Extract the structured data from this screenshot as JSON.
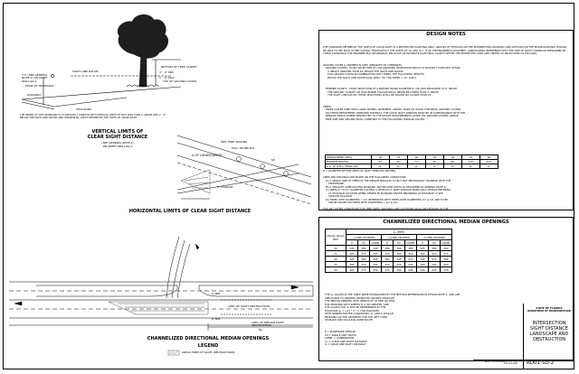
{
  "vertical_section": {
    "title_line1": "VERTICAL LIMITS OF",
    "title_line2": "CLEAR SIGHT DISTANCE",
    "ref_line1": "(SEE GENERAL NOTE 2)",
    "ref_line2": "ON SHEET RD01-SD-1",
    "intent_note": "THE INTENT OF THIS STANDARD IS TO PROVIDE A WINDOW WITH VERTICAL LIMITS OF NOT LESS THAN 3' ABOVE AND 1' - 6\" BELOW THE SIGHT LINE DATUM, AND HORIZONTAL LIMITS DEFINED BY THE LIMITS OF CLEAR SIGHT.",
    "labels": {
      "bottom_canopy": "BOTTOM OF TREE CANOPY",
      "three_ft": "3' - 0\" MIN",
      "sight_line_datum": "SIGHT LINE DATUM",
      "top_ground_cover": "TOP OF GROUND COVER",
      "one_six": "1' - 6\" MAX",
      "edge_travel": "EDGE OF TRAVELWAY",
      "roadway": "ROADWAY",
      "shoulder": "SHOULDER",
      "ref_note": "3.5' (SEE GENERAL NOTE 2) ON SHEET RD01-SD-1"
    }
  },
  "horizontal_section": {
    "title": "HORIZONTAL LIMITS OF CLEAR SIGHT DISTANCE",
    "labels": {
      "landscaping": "¢ OF LANDSCAPING",
      "min_tree_spacing": "MIN. TREE SPACING",
      "max_trunk": "MAX. TRUNK DIA.",
      "shadow": "6' SHADOW",
      "sp": "SP"
    }
  },
  "median_section": {
    "title": "CHANNELIZED DIRECTIONAL MEDIAN OPENINGS",
    "legend_title": "LEGEND",
    "legend_item": "AREAS FREE OF SIGHT OBSTRUCTIONS",
    "labels": {
      "six_ft_a": "6' MIN",
      "six_ft_b": "6' MIN",
      "limit_sight_a": "LIMIT OF SIGHT OBSTRUCTION",
      "limit_sight_b": "LIMIT OF MEDIAN SIGHT OBSTRUCTION",
      "dm": "dₘ"
    }
  },
  "design_notes": {
    "title": "DESIGN NOTES",
    "p1": "THE CORRIDOR DEFINED BY THE LIMITS OF CLEAR SIGHT IS A RESTRICTED PLANTING AREA. GROUPS OF VEHICLES ON THE INTERSECTING ROADWAY AND VEHICLES ON THE MAJOR ROADWAY SHOULD BE ABLE TO SEE EACH OTHER CLEARLY THROUGHOUT THE LIMITS OF 'dl' AND 'dm'. IF IN THE ENGINEER'S JUDGMENT, LANDSCAPING INTERFERES WITH THE LINE OF SIGHT CORRIDOR PRESCRIBED BY THESE STANDARDS THE ENGINEER MAY REARRANGE, RELOCATE OR ELIMINATE PLANTINGS. PLANTS WITHIN THE RESTRICTED AREA ARE LIMITED TO SELECTIONS AS FOLLOWS:",
    "p2": "GROUND COVER & TRIMMED PLANTS (SEPARATE OR COMBINED):\n   GROUND COVERS - PLANT SELECTION OF LOW GROWING VEGETATION WHICH AT MATURITY DOES NOT ATTAIN\n      A HEIGHT GREATER THAN 18\" BELOW THE SIGHT LINE DATUM.\n      FOR GROUND COVER IN COMBINATION WITH TREES, THE FOLLOWING HEIGHTS\n      BELOW THE SIGHT LINE DATUM WILL APPLY: 24\" FOR TREES > 11\" D.B.H.",
    "p3": "   TRIMMED PLANTS - PLANT SELECTION OF A MATURE TRUNK DIAMETER 4\" OR LESS MEASURED AT 6\" ABOVE\n      THE GROUND. CANOPY OR HIGH BORNE FOLIAGE SHALL NEVER BE LOWER THAN 3' ABOVE\n      THE SIGHT LINE DATUM. THESE SELECTIONS SHALL BE SPACED NO CLOSER THAN 20'.",
    "p4": "TREES:\n   TREES CAN BE USED WITH LAWN, PAVERS, PAVEMENT, GRAVEL, BARK OR WOOD CHIP BEDS, GROUND COVERS\n   OR OTHER DEPARTMENT APPROVED MATERIAL. THE CLEAR SIGHT WINDOW MUST BE IN CONFORMANCE WITH THE\n   WINDOW DETAIL WHERE RESTRICTED TO THE HEIGHT REQUIREMENTS LISTED ON 'GROUND COVERS' ABOVE,\n   TREE SIZE AND SPACING SHALL CONFORM TO THE FOLLOWING TABULAR VALUES:",
    "speed_table": {
      "rows": [
        [
          "DESIGN SPEED (MPH)",
          "30",
          "35",
          "40",
          "45",
          "50",
          "55",
          "60"
        ],
        [
          "MINIMUM SPACING",
          "47'",
          "55'",
          "71'",
          "89'",
          "98'",
          "112'",
          "120'"
        ],
        [
          "C-C, 10' D.B.H. TRUNK DIA.",
          "11\"",
          "11\"",
          "11\"",
          "11\"",
          "11\"",
          "11\"",
          "11\""
        ]
      ]
    },
    "p5": "D = DIAMETER WITHIN LIMITS OF SIGHT WINDOW (INCHES)\n\nSIZES AND SPACINGS ARE BASED ON THE FOLLOWING CONDITIONS:\n   (A) A SINGLE LINE OF TREES IN THE MEDIAN PARALLEL TO BUT NOT NECESSARILY COLINEAR WITH THE\n       CENTERLINE.\n   (B) A STRAIGHT APPROACHING MAINLINE, WITHIN SHIM LIMITS AS DESCRIBED IN GENERAL NOTE 6.\n   (C) TREES 6' TO 11\" DIAMETER CASTING A VERTICAL 6' WIDE SHADOW BAND ON A VEHICLE ENTERING\n       AT STOP BAR LOCATION WHEN VIEWED BY MAINLINE DRIVER BEGINNING AT DISTANCE 'd' SEE\n       SHADOW DIAGRAM.\n   (D) TREES WITH DIAMETERS > 11\" INTERMIXED WITH TREES WITH DIAMETERS 11\" & 16\" ARE TO BE\n       SPACED BASED ON TREES WITH DIAMETERS > 11\" & 16\".\n\nFOR ANY OTHER CONDITIONS THE TREE SIZES, SPACINGS AND LOCATIONS SHALL BE DETAILED IN THE\nPLANS; SEE DESIGN NOTE #6, 4."
  },
  "channelized_table": {
    "title": "CHANNELIZED DIRECTIONAL MEDIAN OPENINGS",
    "dm_header": "dₘ (FEET)",
    "head_col": "Design Speed MPH",
    "lane_groups": [
      "1 LANE CROSSED",
      "2 LANE CROSSED",
      "3 LANE CROSSED"
    ],
    "veh_types": [
      "P",
      "SU",
      "COMB."
    ],
    "rows": [
      [
        "30",
        "245",
        "285",
        "330",
        "285",
        "335",
        "385",
        "325",
        "385",
        "440"
      ],
      [
        "35",
        "285",
        "335",
        "385",
        "335",
        "390",
        "450",
        "380",
        "450",
        "515"
      ],
      [
        "40",
        "325",
        "380",
        "440",
        "380",
        "445",
        "515",
        "435",
        "515",
        "585"
      ],
      [
        "45",
        "365",
        "430",
        "495",
        "430",
        "500",
        "580",
        "490",
        "580",
        "660"
      ],
      [
        "50",
        "405",
        "475",
        "550",
        "475",
        "560",
        "645",
        "545",
        "645",
        "735"
      ]
    ],
    "notes": "THE dₘ VALUES IN THE TABLE WERE ESTABLISHED BY THE METHOD REFERENCED IN DESIGN NOTE 2, AND ARE APPLICABLE TO GENERAL PROJECTED GRADES THROUGH\nTHE MEDIAN OPENING WITH SPEEDS OF 45 MPH OR LESS.\nFOR WORKING WITH SPEEDS 6' A OR GREATER, AND\nTHE VALUES FOR dₘ NOT BE DETERMINED BY THE\nEQUATION dₘ = 1.47 * V * tₗ. FOR PURPOSES\nWITH NONRESTRICTED CONDITIONS, dₘ AND dₗ SHOULD\nBE BASED ON THE GEOMETRY FOR THE LEFT TURN\nSTORAGE AND ON-CLEAR ZONE ROUTE.",
    "legend_notes": "P = PASSENGER VEHICLE\nSU = SINGLE UNIT TRUCK\nCOMB. = COMBINATION\ndₘ = CLEAR LINE SIGHT DISTANCE\ndₗ = CLEAR LINE SIGHT DISTANCE"
  },
  "title_block": {
    "state": "STATE OF FLORIDA",
    "dept": "DEPARTMENT OF TRANSPORTATION",
    "line1": "INTERSECTION",
    "line2": "SIGHT DISTANCE",
    "line3": "LANDSCAPE AND",
    "line4": "OBSTRUCTION",
    "date": "03-01-06",
    "index": "RD01-SD-2",
    "scale_note": "NOT TO SCALE"
  },
  "colors": {
    "line": "#000000",
    "hatch": "#555555",
    "canopy": "#1e1e1e",
    "background": "#ffffff"
  }
}
